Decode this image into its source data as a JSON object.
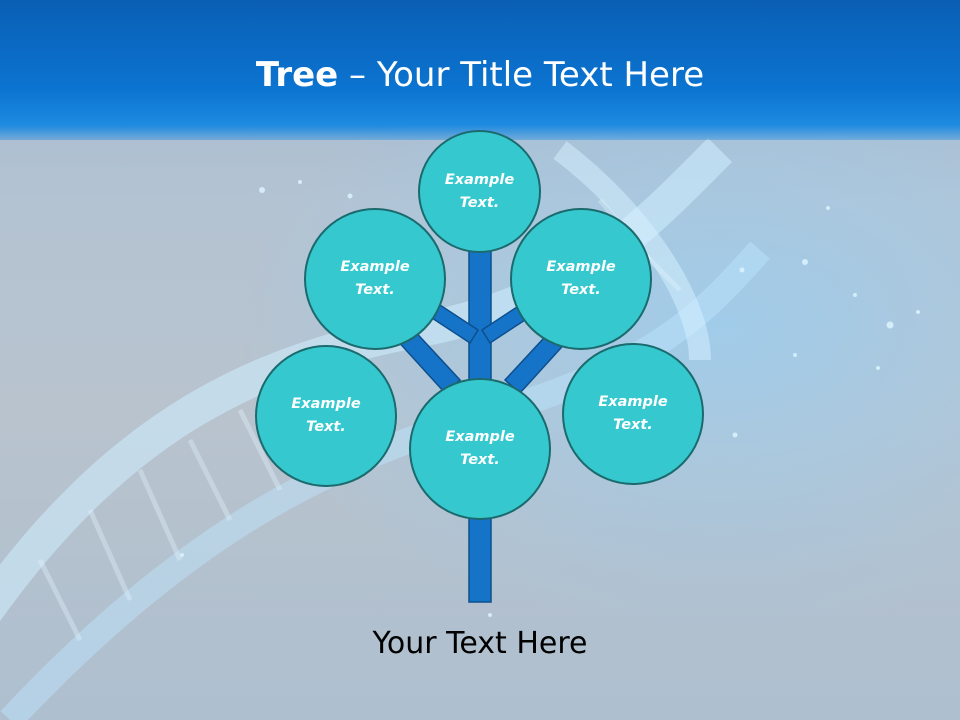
{
  "title": {
    "bold": "Tree",
    "separator": " – ",
    "rest": "Your Title Text Here"
  },
  "nodes": [
    {
      "id": "top",
      "text": "Example Text."
    },
    {
      "id": "upper-left",
      "text": "Example Text."
    },
    {
      "id": "upper-right",
      "text": "Example Text."
    },
    {
      "id": "lower-left",
      "text": "Example Text."
    },
    {
      "id": "lower-right",
      "text": "Example Text."
    },
    {
      "id": "center",
      "text": "Example Text."
    }
  ],
  "caption": "Your Text Here",
  "colors": {
    "header": "#0b74d1",
    "node_fill": "#35c9cf",
    "node_border": "#1b6a6d",
    "branch": "#1574c8"
  }
}
